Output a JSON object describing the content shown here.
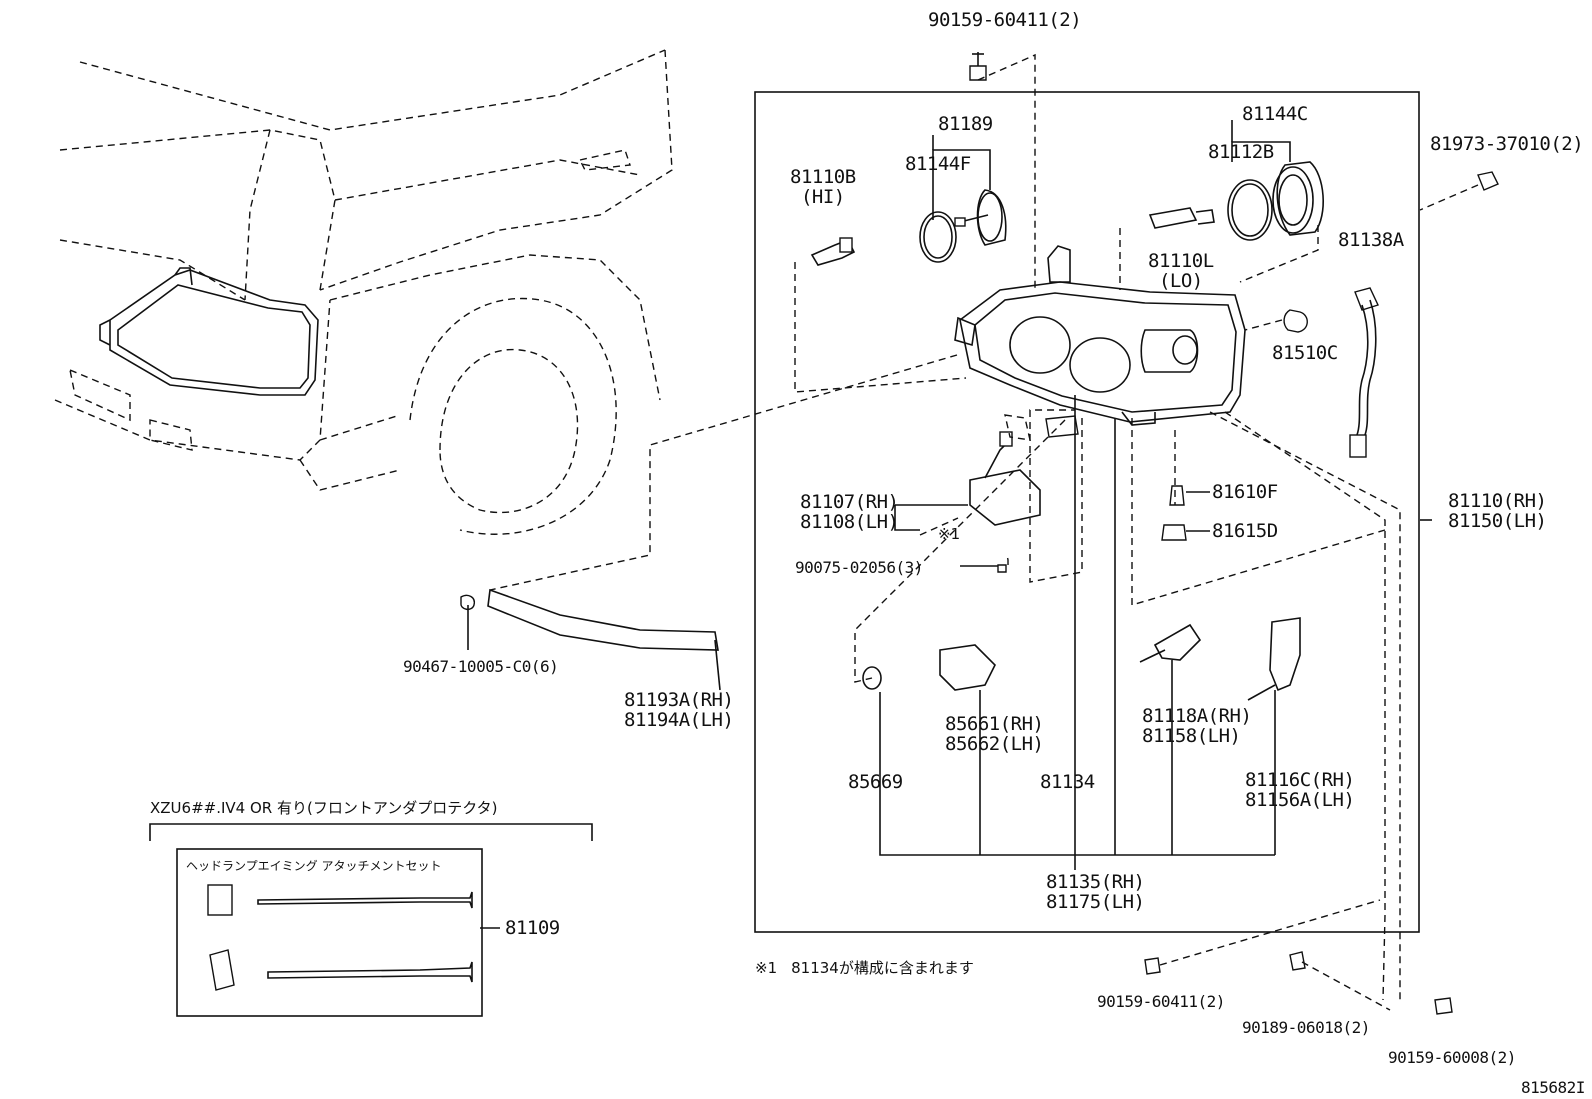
{
  "footnote_mark": "※1",
  "footnote_text": "81134が構成に含まれます",
  "drawing_id": "815682I",
  "variant_condition": "XZU6##.IV4  OR  有り(フロントアンダプロテクタ)",
  "kit_title": "ヘッドランプエイミング  アタッチメントセット",
  "parts": {
    "p90159_top": "90159-60411(2)",
    "p81189": "81189",
    "p81144C": "81144C",
    "p81144F": "81144F",
    "p81112B": "81112B",
    "p81110B": "81110B",
    "hi": "(HI)",
    "p81110L": "81110L",
    "lo": "(LO)",
    "p81973": "81973-37010(2)",
    "p81138A": "81138A",
    "p81510C": "81510C",
    "p81107": "81107(RH)",
    "p81108": "81108(LH)",
    "p90075": "90075-02056(3)",
    "p81610F": "81610F",
    "p81615D": "81615D",
    "p81110RH": "81110(RH)",
    "p81150LH": "81150(LH)",
    "p90467": "90467-10005-C0(6)",
    "p81193A": "81193A(RH)",
    "p81194A": "81194A(LH)",
    "p85661": "85661(RH)",
    "p85662": "85662(LH)",
    "p81118A": "81118A(RH)",
    "p81158": "81158(LH)",
    "p85669": "85669",
    "p81134": "81134",
    "p81116C": "81116C(RH)",
    "p81156A": "81156A(LH)",
    "p81135": "81135(RH)",
    "p81175": "81175(LH)",
    "p81109": "81109",
    "p90159_b1": "90159-60411(2)",
    "p90189": "90189-06018(2)",
    "p90159_b2": "90159-60008(2)"
  }
}
